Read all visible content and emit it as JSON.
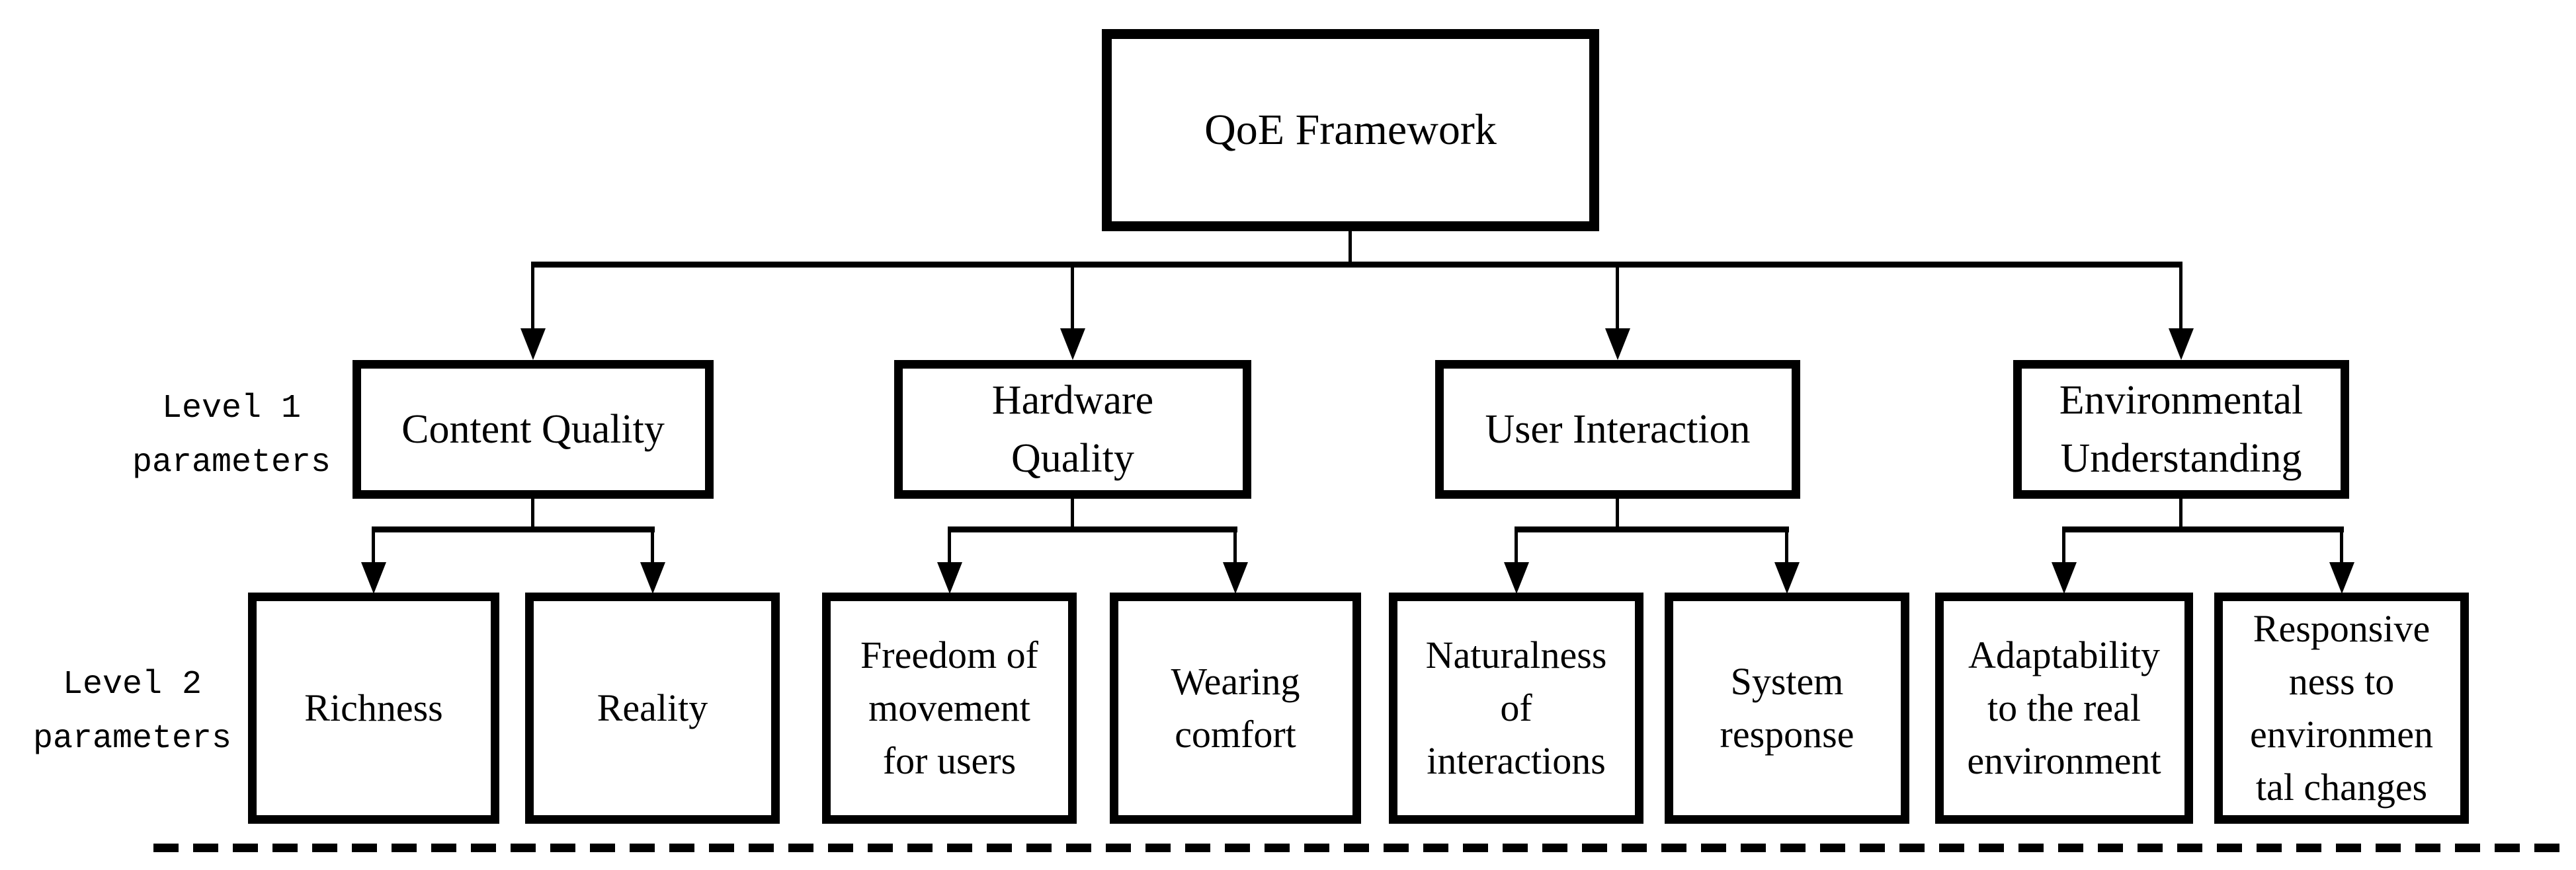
{
  "diagram": {
    "title": "QoE Framework hierarchy",
    "colors": {
      "line": "#000000",
      "background": "#ffffff",
      "text": "#000000"
    },
    "root": {
      "label": "QoE Framework"
    },
    "side_labels": {
      "level1": "Level 1\nparameters",
      "level2": "Level 2\nparameters"
    },
    "level1": [
      {
        "label": "Content Quality"
      },
      {
        "label": "Hardware\nQuality"
      },
      {
        "label": "User Interaction"
      },
      {
        "label": "Environmental\nUnderstanding"
      }
    ],
    "level2": [
      {
        "label": "Richness",
        "parent": "Content Quality"
      },
      {
        "label": "Reality",
        "parent": "Content Quality"
      },
      {
        "label": "Freedom of\nmovement\nfor users",
        "parent": "Hardware Quality"
      },
      {
        "label": "Wearing\ncomfort",
        "parent": "Hardware Quality"
      },
      {
        "label": "Naturalness\nof\ninteractions",
        "parent": "User Interaction"
      },
      {
        "label": "System\nresponse",
        "parent": "User Interaction"
      },
      {
        "label": "Adaptability\nto the real\nenvironment",
        "parent": "Environmental Understanding"
      },
      {
        "label": "Responsive\nness to\nenvironmen\ntal changes",
        "parent": "Environmental Understanding"
      }
    ]
  }
}
